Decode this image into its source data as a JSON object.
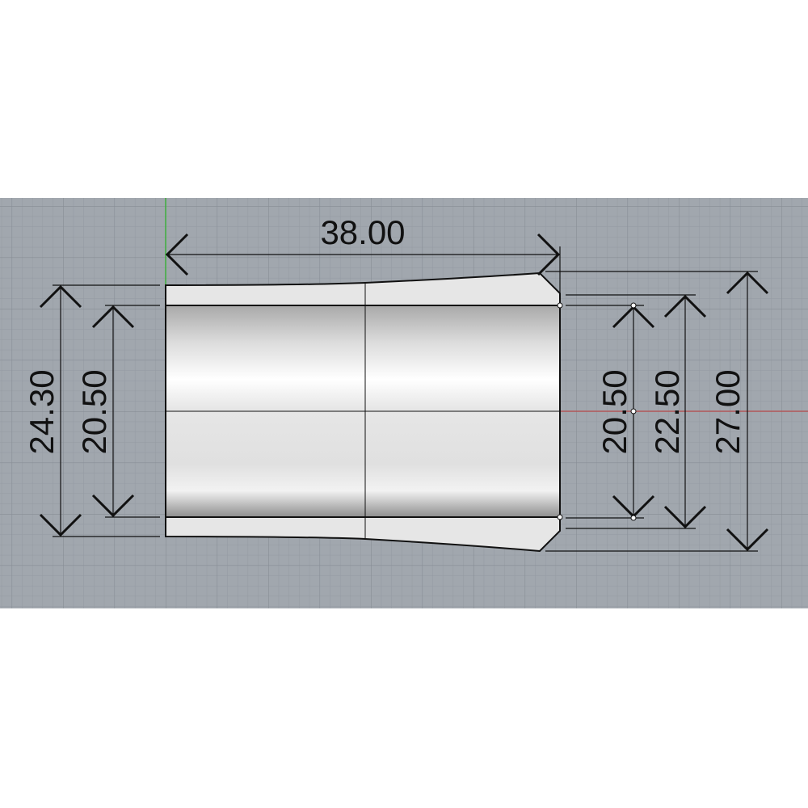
{
  "dimensions": {
    "length": "38.00",
    "left_outer": "24.30",
    "left_inner": "20.50",
    "right_inner": "20.50",
    "right_mid": "22.50",
    "right_outer": "27.00"
  },
  "colors": {
    "viewport_bg": "#a1a7ae",
    "x_axis": "#b84a4a",
    "y_axis": "#3fae3f"
  }
}
